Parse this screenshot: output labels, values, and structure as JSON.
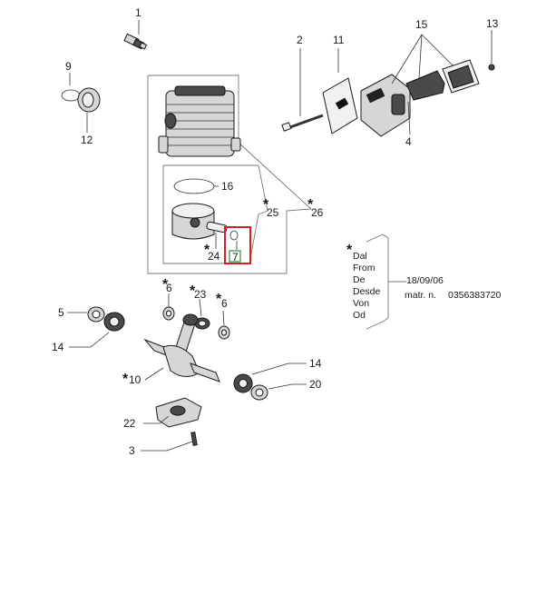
{
  "labels": {
    "l1": "1",
    "l2": "2",
    "l3": "3",
    "l4": "4",
    "l5": "5",
    "l6a": "6",
    "l6b": "6",
    "l7": "7",
    "l9": "9",
    "l10": "10",
    "l11": "11",
    "l12": "12",
    "l13": "13",
    "l14a": "14",
    "l14b": "14",
    "l15": "15",
    "l16": "16",
    "l20": "20",
    "l22": "22",
    "l23": "23",
    "l24": "24",
    "l25": "25",
    "l26": "26"
  },
  "note": {
    "star": "*",
    "words": [
      "Dal",
      "From",
      "De",
      "Desde",
      "Von",
      "Od"
    ],
    "date": "18/09/06",
    "serial_label": "matr. n.",
    "serial": "0356383720"
  },
  "colors": {
    "highlight": "#d32027",
    "selected_label_box": "#2e8b3e"
  }
}
